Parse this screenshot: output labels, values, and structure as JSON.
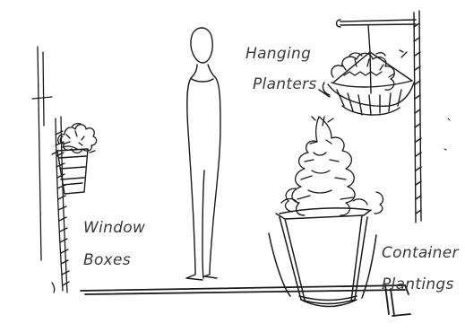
{
  "labels": {
    "hanging_1": "Hanging",
    "hanging_2": "Planters",
    "window_1": "Window",
    "window_2": "Boxes",
    "container_1": "Container",
    "container_2": "Plantings"
  },
  "ink_color": "#1a1a1a",
  "label_color": "#3a3a3a"
}
